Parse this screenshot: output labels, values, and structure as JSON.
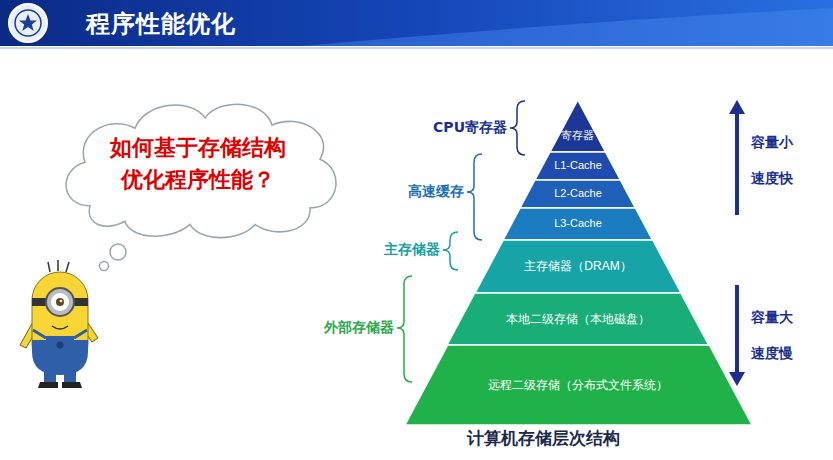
{
  "diagram": {
    "title": "程序性能优化",
    "caption": "计算机存储层次结构",
    "nodes": [
      {
        "text": [
          "如何基于存储结构 优化程序性能？"
        ]
      },
      {
        "text": [
          "寄存器"
        ]
      },
      {
        "text": [
          "L1-Cache"
        ]
      },
      {
        "text": [
          "L2-Cache"
        ]
      },
      {
        "text": [
          "L3-Cache"
        ]
      },
      {
        "text": [
          "主存储器（DRAM）"
        ]
      },
      {
        "text": [
          "本地二级存储（本地磁盘）"
        ]
      },
      {
        "text": [
          "远程二级存储（分布式文件系统）"
        ]
      }
    ],
    "labels": [
      "CPU寄存器",
      "高速缓存",
      "主存储器",
      "外部存储器",
      "容量小",
      "速度快",
      "容量大",
      "速度慢"
    ]
  }
}
